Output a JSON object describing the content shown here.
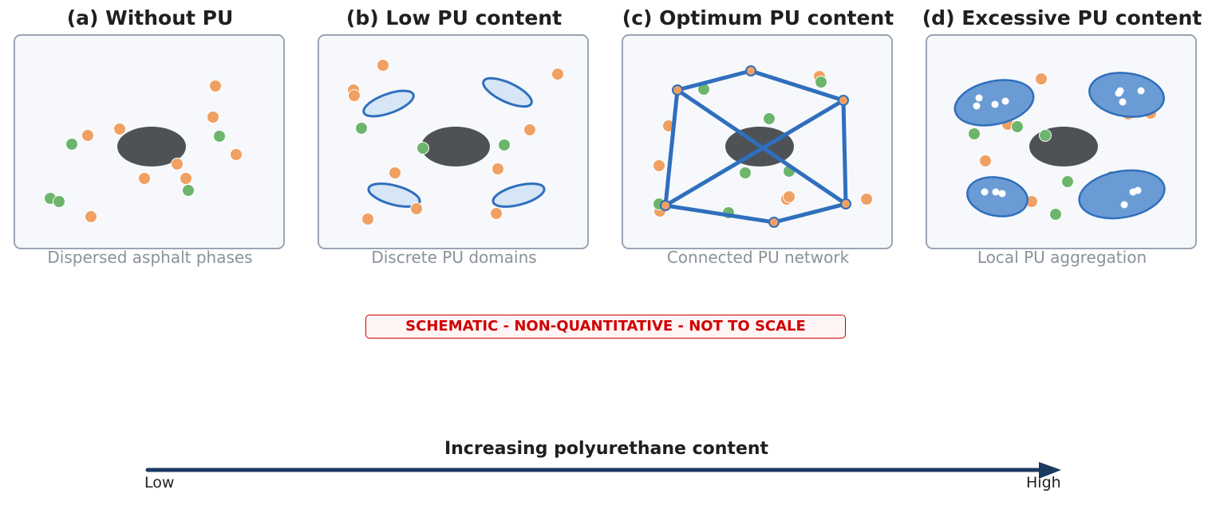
{
  "colors": {
    "asphalt": "#4e5257",
    "orange_particle": "#f0a062",
    "green_particle": "#6db56d",
    "pu_stroke": "#2f6fbd",
    "pu_light_fill": "#d6e6f7",
    "pu_dark_fill": "#6b9bd4",
    "arrow": "#1b3a60",
    "warning": "#d00000"
  },
  "panels": [
    {
      "title": "(a) Without PU",
      "caption": "Dispersed asphalt phases"
    },
    {
      "title": "(b) Low PU content",
      "caption": "Discrete PU domains"
    },
    {
      "title": "(c) Optimum PU content",
      "caption": "Connected PU network"
    },
    {
      "title": "(d) Excessive PU content",
      "caption": "Local PU aggregation"
    }
  ],
  "disclaimer": "SCHEMATIC - NON-QUANTITATIVE - NOT TO SCALE",
  "axis": {
    "title": "Increasing polyurethane content",
    "low_label": "Low",
    "high_label": "High"
  }
}
